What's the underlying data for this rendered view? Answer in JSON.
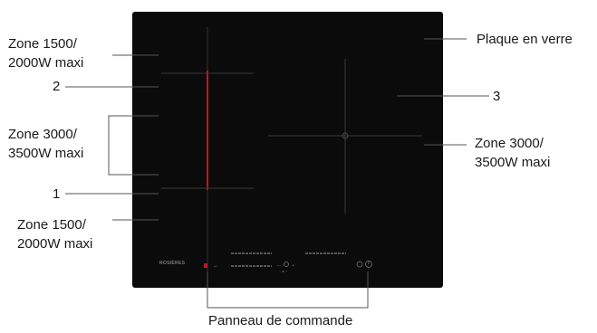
{
  "labels": {
    "zone_top_left": [
      "Zone 1500/",
      "2000W maxi"
    ],
    "marker_2": "2",
    "zone_middle_left": [
      "Zone 3000/",
      "3500W maxi"
    ],
    "marker_1": "1",
    "zone_bottom_left": [
      "Zone 1500/",
      "2000W maxi"
    ],
    "glass_plate": "Plaque en verre",
    "marker_3": "3",
    "zone_right": [
      "Zone 3000/",
      "3500W maxi"
    ],
    "control_panel": "Panneau de commande"
  },
  "brand": "ROSIÈRES",
  "colors": {
    "glass": "#0b0b0b",
    "zone_lines": "#3a3a3a",
    "bridge_highlight": "#c0152a",
    "leader": "#555555"
  }
}
